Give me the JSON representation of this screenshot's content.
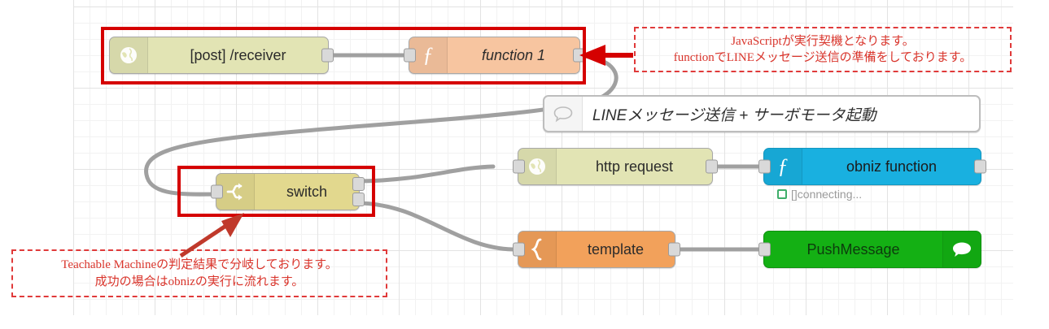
{
  "diagram": {
    "title": "Node-RED flow",
    "colors": {
      "highlight": "#d50000",
      "annotation": "#d9342b",
      "http_node": "#e2e4b4",
      "function_node": "#f7c5a0",
      "switch_node": "#e2d88e",
      "template_node": "#f2a15b",
      "obniz_node": "#19b0e0",
      "push_node": "#14b014",
      "wire": "#a0a0a0"
    }
  },
  "nodes": {
    "http_in": {
      "label": "[post] /receiver",
      "icon": "globe-icon"
    },
    "function1": {
      "label": "function 1",
      "icon": "function-f-icon"
    },
    "comment": {
      "label": "LINEメッセージ送信 + サーボモータ起動",
      "icon": "comment-bubble-icon"
    },
    "switch": {
      "label": "switch",
      "icon": "switch-branch-icon"
    },
    "http_request": {
      "label": "http request",
      "icon": "globe-icon"
    },
    "obniz_function": {
      "label": "obniz function",
      "icon": "function-f-icon"
    },
    "obniz_status": {
      "text": "[]connecting...",
      "indicator": "green-square-ring-icon"
    },
    "template": {
      "label": "template",
      "icon": "curly-brace-icon"
    },
    "push_message": {
      "label": "PushMessage",
      "icon": "comment-bubble-icon"
    }
  },
  "annotations": {
    "top_right": {
      "line1": "JavaScriptが実行契機となります。",
      "line2": "functionでLINEメッセージ送信の準備をしております。"
    },
    "bottom_left": {
      "line1": "Teachable Machineの判定結果で分岐しております。",
      "line2": "成功の場合はobnizの実行に流れます。"
    }
  }
}
